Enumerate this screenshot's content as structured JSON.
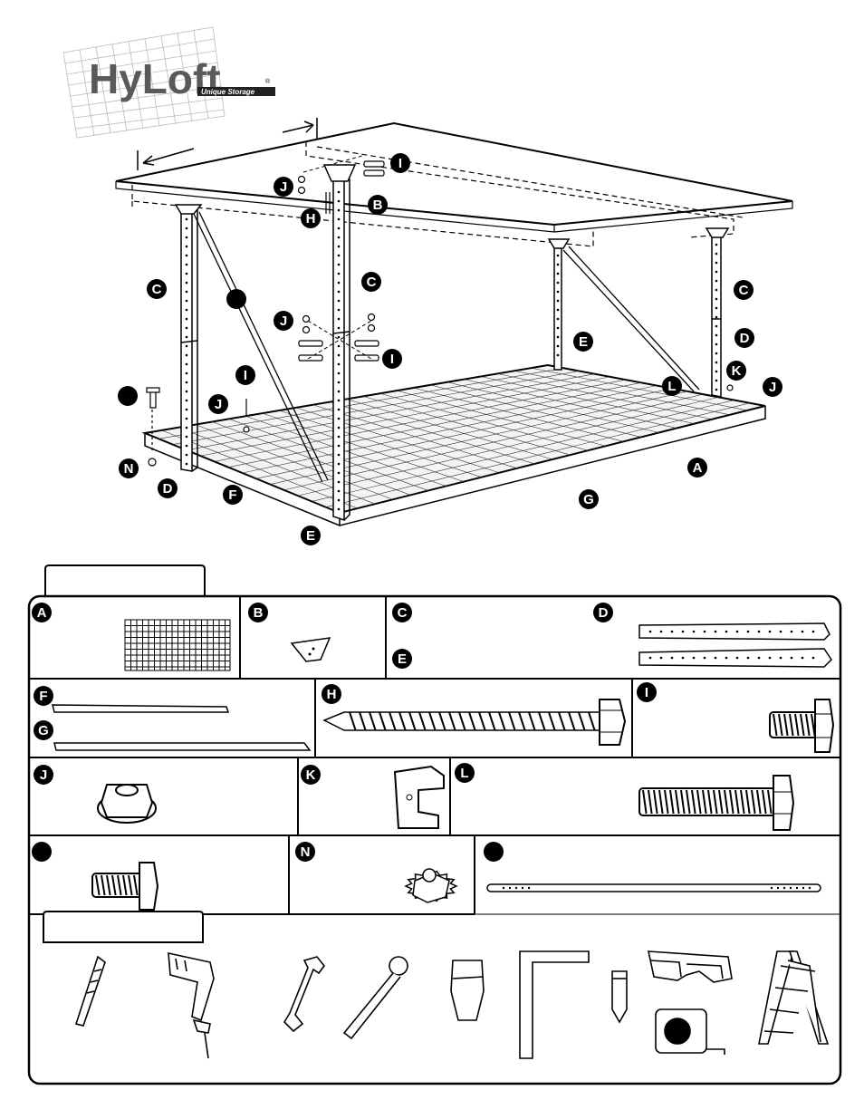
{
  "logo": {
    "brand": "HyLoft",
    "tagline": "Unique Storage",
    "mark": "®"
  },
  "callouts": {
    "A": "A",
    "B": "B",
    "C": "C",
    "D": "D",
    "E": "E",
    "F": "F",
    "G": "G",
    "H": "H",
    "I": "I",
    "J": "J",
    "K": "K",
    "L": "L",
    "N": "N"
  },
  "parts": {
    "A": "A",
    "B": "B",
    "C": "C",
    "D": "D",
    "E": "E",
    "F": "F",
    "G": "G",
    "H": "H",
    "I": "I",
    "J": "J",
    "K": "K",
    "L": "L",
    "N": "N"
  }
}
